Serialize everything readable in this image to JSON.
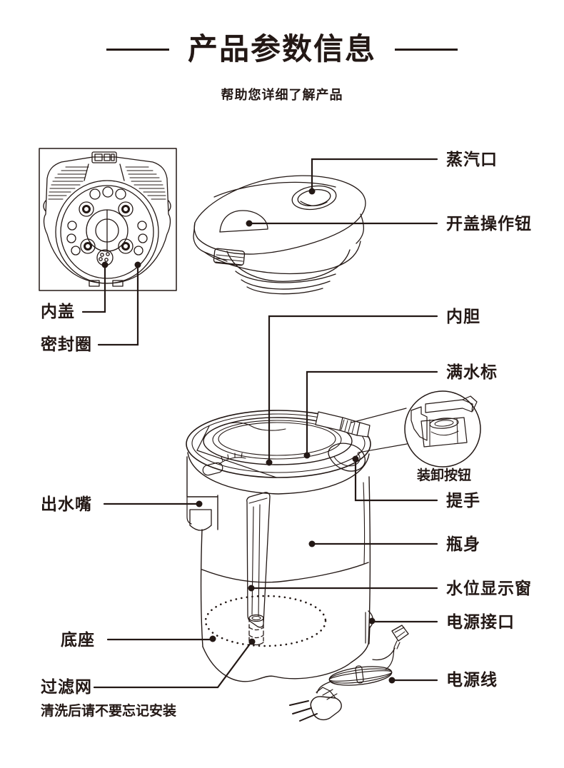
{
  "header": {
    "title": "产品参数信息",
    "subtitle": "帮助您详细了解产品"
  },
  "labels": {
    "inner_lid": "内盖",
    "seal_ring": "密封圈",
    "steam_vent": "蒸汽口",
    "lid_open_button": "开盖操作钮",
    "inner_pot": "内胆",
    "full_water_mark": "满水标",
    "mount_button": "装卸按钮",
    "handle": "提手",
    "body": "瓶身",
    "water_level_window": "水位显示窗",
    "power_socket": "电源接口",
    "base": "底座",
    "power_cord": "电源线",
    "filter": "过滤网",
    "filter_note": "清洗后请不要忘记安装"
  },
  "colors": {
    "ink": "#231815",
    "background": "#ffffff"
  }
}
